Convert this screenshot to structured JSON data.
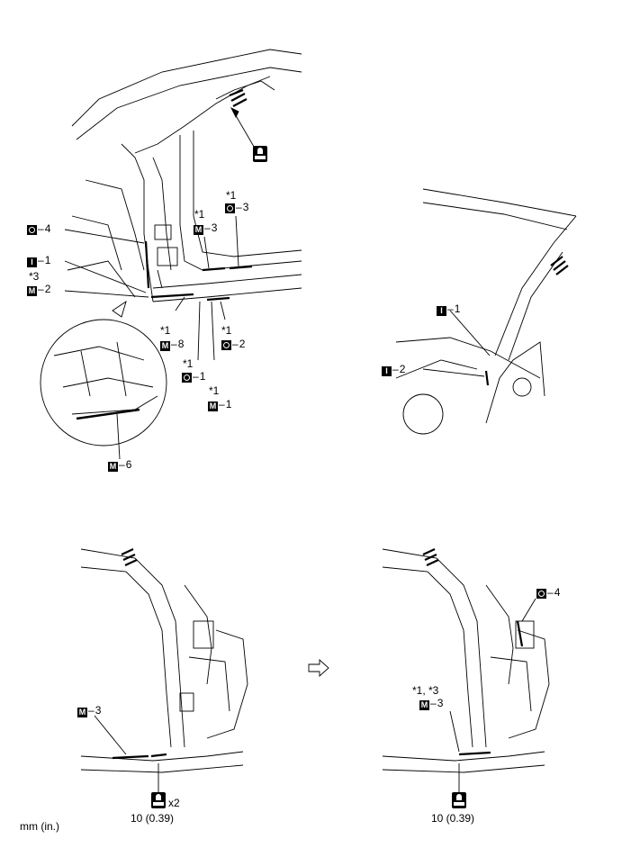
{
  "labels": {
    "o4_top": "4",
    "i1_left": "1",
    "m2_left": "2",
    "m2_star": "*3",
    "m3_top": "3",
    "m3_star": "*1",
    "o3_top": "3",
    "o3_star": "*1",
    "m8": "8",
    "m8_star": "*1",
    "o2": "2",
    "o2_star": "*1",
    "o1": "1",
    "o1_star": "*1",
    "m1": "1",
    "m1_star": "*1",
    "m6": "6",
    "i1_right": "1",
    "i2_right": "2",
    "m3_bl": "3",
    "o4_br": "4",
    "m3_br": "3",
    "m3_br_star": "*1, *3"
  },
  "torque": {
    "bl_multiplier": "x2",
    "bl_value": "10 (0.39)",
    "br_value": "10 (0.39)"
  },
  "unit": "mm (in.)",
  "icons": [
    "weld-oval-icon",
    "weld-inner-icon",
    "weld-mig-icon",
    "torque-wrench-icon",
    "arrow-right-icon"
  ]
}
